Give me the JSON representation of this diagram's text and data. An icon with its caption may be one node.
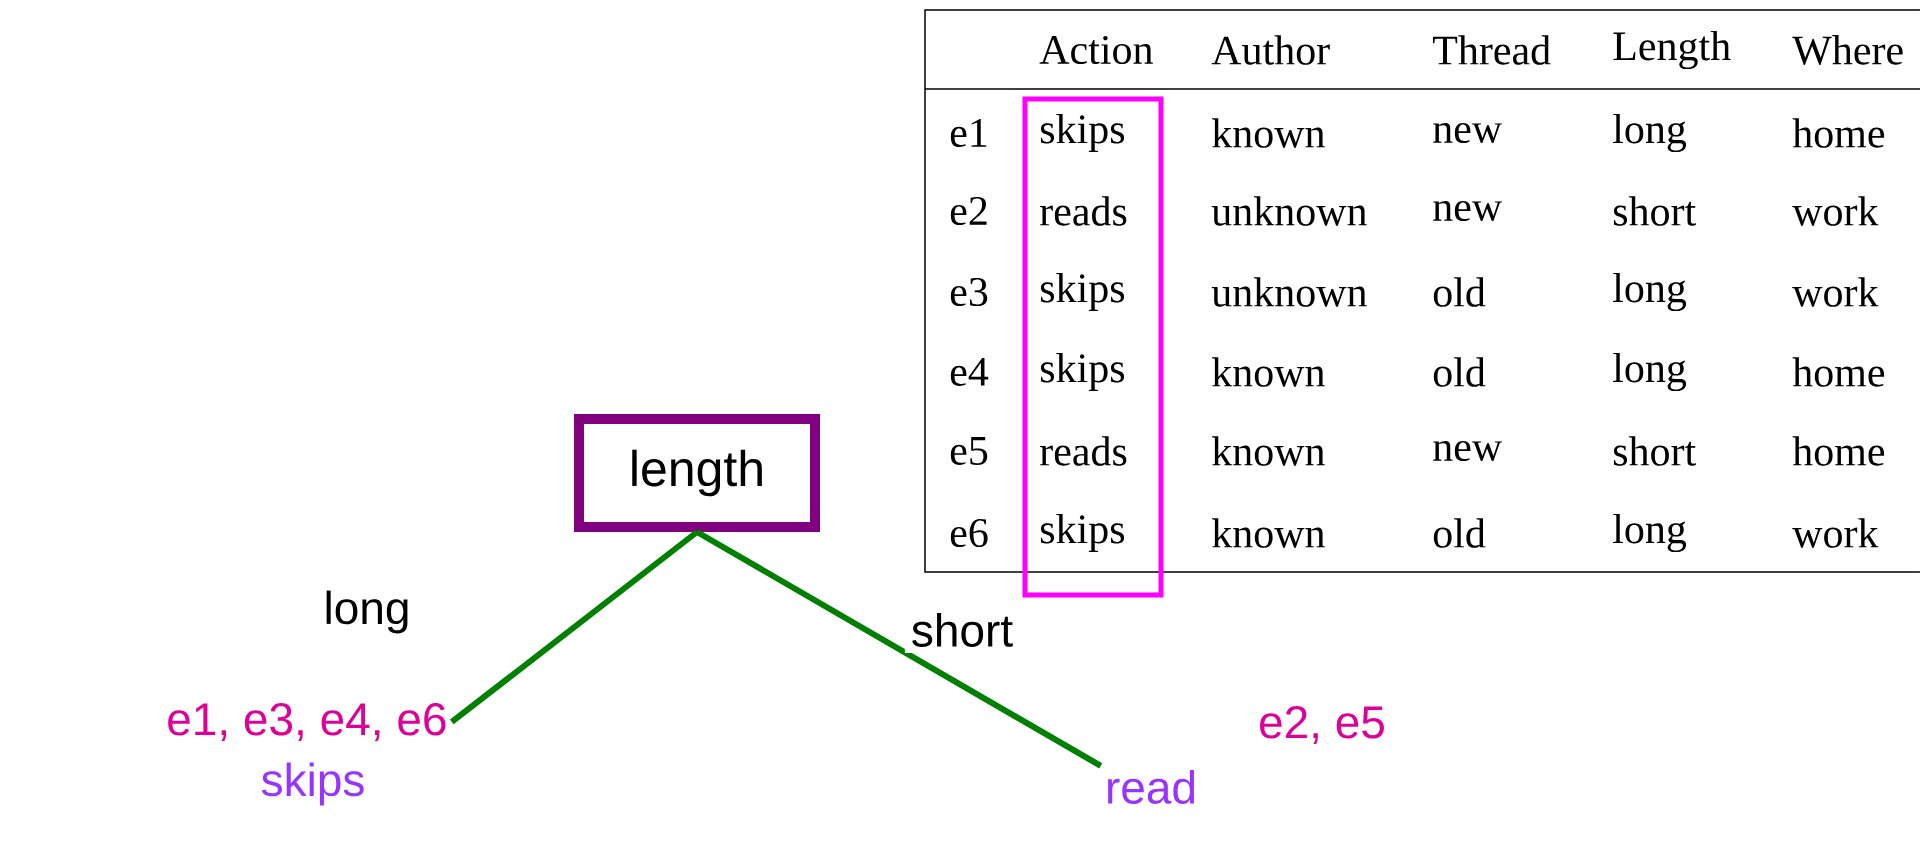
{
  "diagram": {
    "nodes": [
      {
        "text": [
          "length"
        ]
      },
      {
        "text": [
          "e1, e3, e4, e6"
        ],
        "beside": [
          "skips"
        ]
      },
      {
        "text": [
          "read"
        ],
        "beside": [
          "e2, e5"
        ]
      }
    ],
    "edges": [
      {
        "from": 0,
        "to": 1,
        "arrow": "none",
        "label": "long"
      },
      {
        "from": 0,
        "to": 2,
        "arrow": "none",
        "label": "short"
      }
    ],
    "labels": [
      "Action",
      "Author",
      "Thread",
      "Length",
      "Where",
      "e1",
      "skips",
      "known",
      "new",
      "long",
      "home",
      "e2",
      "reads",
      "unknown",
      "new",
      "short",
      "work",
      "e3",
      "skips",
      "unknown",
      "old",
      "long",
      "work",
      "e4",
      "skips",
      "known",
      "old",
      "long",
      "home",
      "e5",
      "reads",
      "known",
      "new",
      "short",
      "home",
      "e6",
      "skips",
      "known",
      "old",
      "long",
      "work"
    ]
  }
}
